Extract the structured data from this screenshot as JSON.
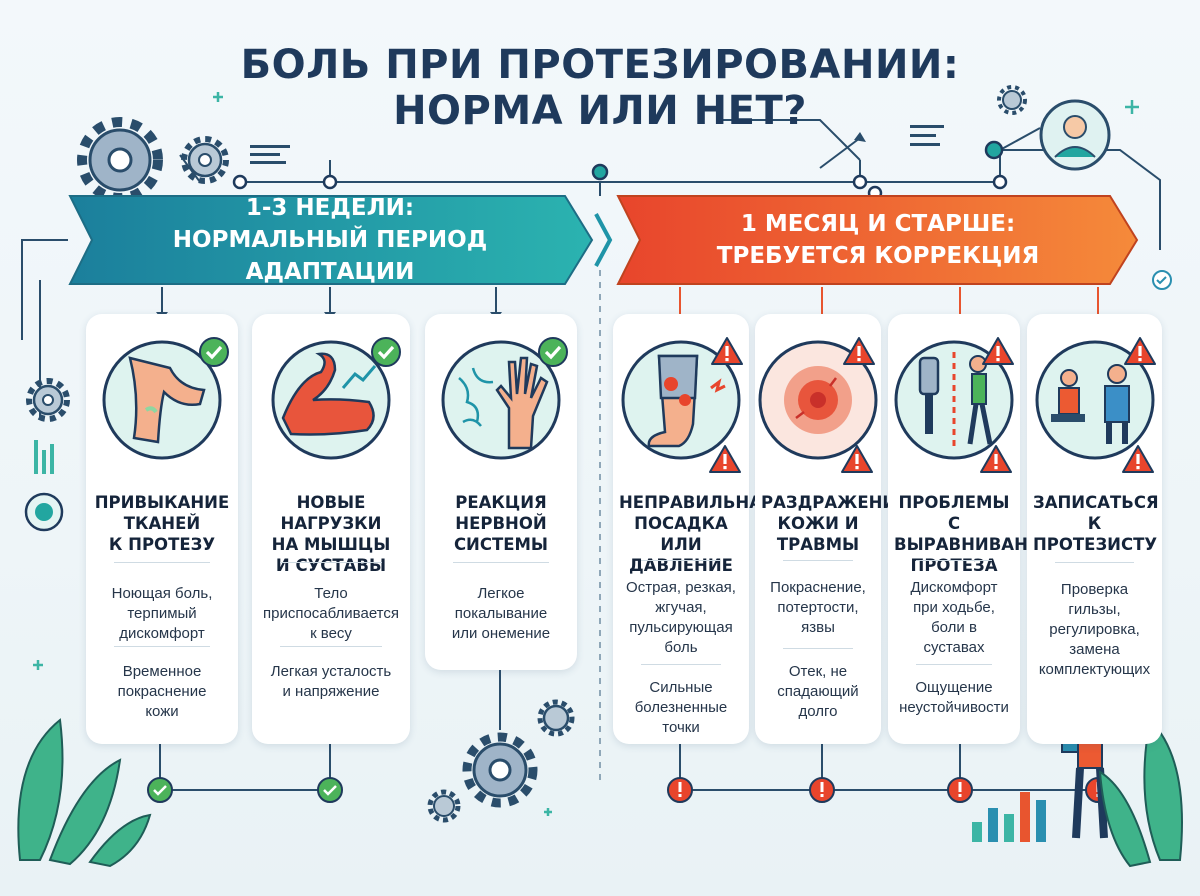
{
  "title": {
    "line1": "БОЛЬ ПРИ ПРОТЕЗИРОВАНИИ:",
    "line2": "НОРМА ИЛИ НЕТ?"
  },
  "banners": {
    "normal": {
      "line1": "1-3 НЕДЕЛИ:",
      "line2": "НОРМАЛЬНЫЙ ПЕРИОД АДАПТАЦИИ",
      "color": "#1f94a8"
    },
    "problem": {
      "line1": "1 МЕСЯЦ И СТАРШЕ:",
      "line2": "ТРЕБУЕТСЯ КОРРЕКЦИЯ",
      "color": "#ec5a32"
    }
  },
  "cards": [
    {
      "icon": "leg-adaptation-icon",
      "status": "ok",
      "title": [
        "ПРИВЫКАНИЕ",
        "ТКАНЕЙ",
        "К ПРОТЕЗУ"
      ],
      "d1": [
        "Ноющая боль,",
        "терпимый",
        "дискомфорт"
      ],
      "d2": [
        "Временное",
        "покраснение",
        "кожи"
      ]
    },
    {
      "icon": "muscle-arm-icon",
      "status": "ok",
      "title": [
        "НОВЫЕ НАГРУЗКИ",
        "НА МЫШЦЫ",
        "И СУСТАВЫ"
      ],
      "d1": [
        "Тело",
        "приспосабливается",
        "к весу"
      ],
      "d2": [
        "Легкая усталость",
        "и напряжение"
      ]
    },
    {
      "icon": "nerve-hand-icon",
      "status": "ok",
      "title": [
        "РЕАКЦИЯ",
        "НЕРВНОЙ",
        "СИСТЕМЫ"
      ],
      "d1": [
        "Легкое",
        "покалывание",
        "или онемение"
      ],
      "d2": []
    },
    {
      "icon": "socket-fit-icon",
      "status": "warn",
      "title": [
        "НЕПРАВИЛЬНАЯ",
        "ПОСАДКА ИЛИ",
        "ДАВЛЕНИЕ"
      ],
      "d1": [
        "Острая, резкая,",
        "жгучая,",
        "пульсирующая",
        "боль"
      ],
      "d2": [
        "Сильные",
        "болезненные",
        "точки"
      ]
    },
    {
      "icon": "skin-irritation-icon",
      "status": "warn",
      "title": [
        "РАЗДРАЖЕНИЕ",
        "КОЖИ И",
        "ТРАВМЫ"
      ],
      "d1": [
        "Покраснение,",
        "потертости,",
        "язвы"
      ],
      "d2": [
        "Отек, не",
        "спадающий",
        "долго"
      ]
    },
    {
      "icon": "alignment-icon",
      "status": "warn",
      "title": [
        "ПРОБЛЕМЫ С",
        "ВЫРАВНИВАНИЕМ",
        "ПРОТЕЗА"
      ],
      "d1": [
        "Дискомфорт",
        "при ходьбе,",
        "боли в",
        "суставах"
      ],
      "d2": [
        "Ощущение",
        "неустойчивости"
      ]
    },
    {
      "icon": "prosthetist-visit-icon",
      "status": "warn",
      "title": [
        "ЗАПИСАТЬСЯ",
        "К ПРОТЕЗИСТУ"
      ],
      "d1": [
        "Проверка гильзы,",
        "регулировка,",
        "замена",
        "комплектующих"
      ],
      "d2": []
    }
  ],
  "colors": {
    "teal": "#1f94a8",
    "orange": "#ec5a32",
    "green": "#4cb35a",
    "navy": "#1f3a5c"
  }
}
